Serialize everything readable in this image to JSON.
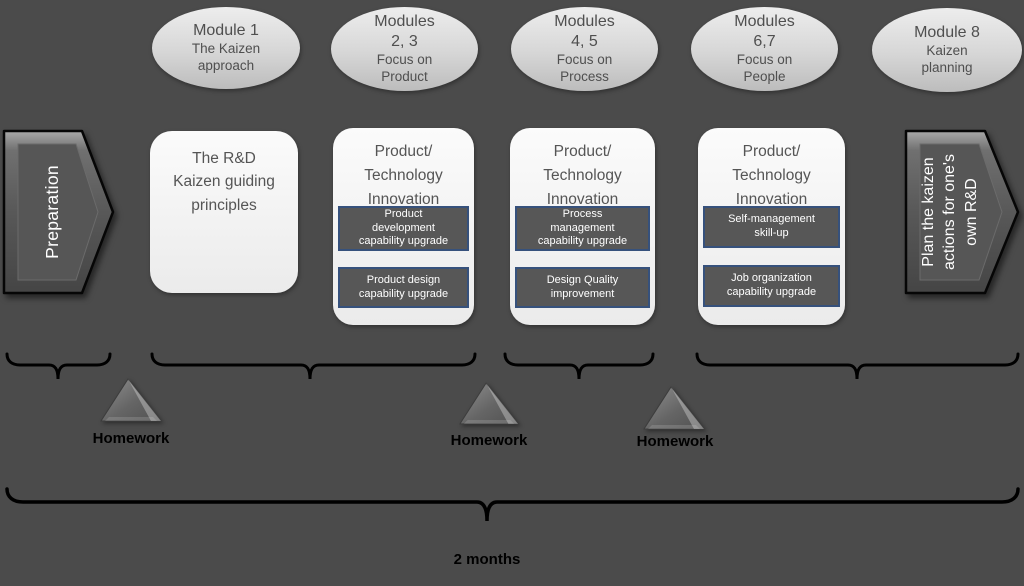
{
  "modules": [
    {
      "title": "Module 1",
      "subtitle": "The Kaizen\napproach"
    },
    {
      "title": "Modules\n2, 3",
      "subtitle": "Focus on\nProduct"
    },
    {
      "title": "Modules\n4, 5",
      "subtitle": "Focus on\nProcess"
    },
    {
      "title": "Modules\n6,7",
      "subtitle": "Focus on\nPeople"
    },
    {
      "title": "Module 8",
      "subtitle": "Kaizen\nplanning"
    }
  ],
  "stages": {
    "preparation": "Preparation",
    "planning": "Plan the kaizen\nactions for one's\nown R&D"
  },
  "boxes": [
    {
      "title": "The R&D\nKaizen guiding\nprinciples",
      "items": []
    },
    {
      "title": "Product/\nTechnology\nInnovation",
      "items": [
        "Product\ndevelopment\ncapability upgrade",
        "Product design\ncapability upgrade"
      ]
    },
    {
      "title": "Product/\nTechnology\nInnovation",
      "items": [
        "Process\nmanagement\ncapability upgrade",
        "Design Quality\nimprovement"
      ]
    },
    {
      "title": "Product/\nTechnology\nInnovation",
      "items": [
        "Self-management\nskill-up",
        "Job organization\ncapability upgrade"
      ]
    }
  ],
  "homework": {
    "label": "Homework"
  },
  "timeline": {
    "duration": "2 months"
  },
  "colors": {
    "background": "#4b4b4b",
    "panel_item_fill": "#575757",
    "panel_item_border": "#36517c",
    "brace": "#000000"
  }
}
